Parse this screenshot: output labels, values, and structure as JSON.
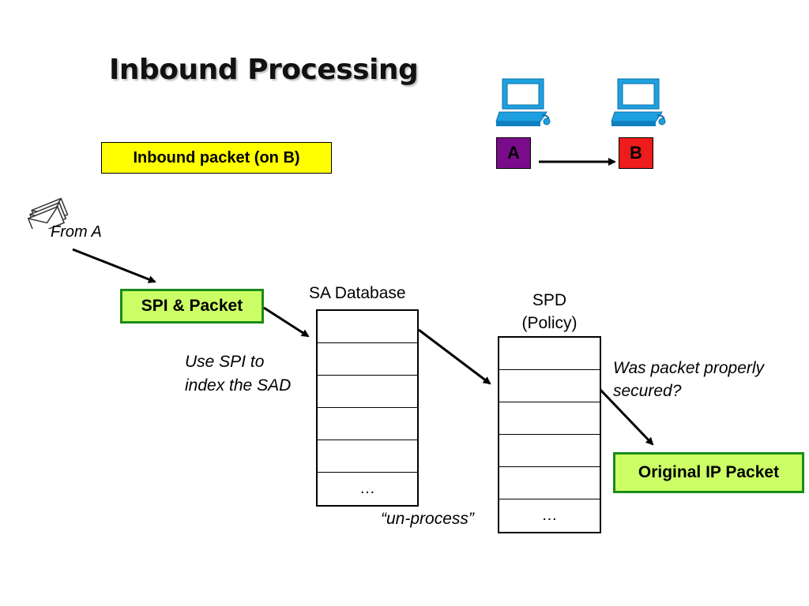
{
  "title": "Inbound Processing",
  "inbound_label": "Inbound packet (on B)",
  "host_a": "A",
  "host_b": "B",
  "from_label": "From A",
  "spi_packet": "SPI & Packet",
  "use_spi_line1": "Use SPI to",
  "use_spi_line2": "index the SAD",
  "sa_database": "SA Database",
  "spd_line1": "SPD",
  "spd_line2": "(Policy)",
  "was_packet_line1": "Was packet properly",
  "was_packet_line2": "secured?",
  "original_packet": "Original IP Packet",
  "unprocess": "“un-process”",
  "ellipsis": "…",
  "colors": {
    "yellow": "#ffff00",
    "green_fill": "#ccff66",
    "green_border": "#1a8c1a",
    "host_a": "#7a0c8c",
    "host_b": "#ee1c1c",
    "computer": "#1ea0e0"
  },
  "icons": [
    "computer-icon",
    "envelope-icon"
  ]
}
